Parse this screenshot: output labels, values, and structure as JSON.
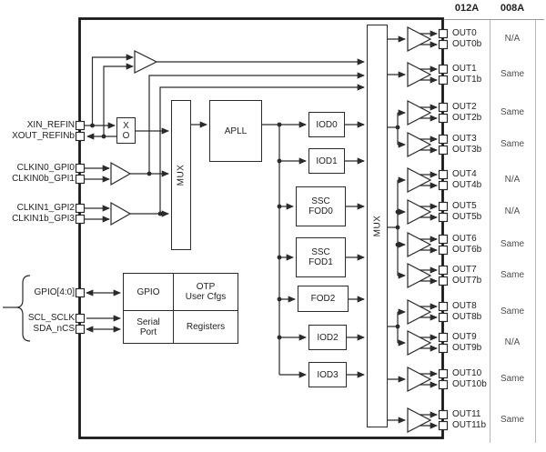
{
  "table": {
    "col_012a": "012A",
    "col_008a": "008A"
  },
  "input_pins": {
    "xin": "XIN_REFIN",
    "xout": "XOUT_REFINb",
    "clkin0": "CLKIN0_GPI0",
    "clkin0b": "CLKIN0b_GPI1",
    "clkin1": "CLKIN1_GPI2",
    "clkin1b": "CLKIN1b_GPI3",
    "gpio": "GPIO[4:0]",
    "scl": "SCL_SCLK",
    "sda": "SDA_nCS"
  },
  "blocks": {
    "xo_top": "X",
    "xo_bottom": "O",
    "input_mux": "MUX",
    "apll": "APLL",
    "iod0": "IOD0",
    "iod1": "IOD1",
    "ssc_fod0_line1": "SSC",
    "ssc_fod0_line2": "FOD0",
    "ssc_fod1_line1": "SSC",
    "ssc_fod1_line2": "FOD1",
    "fod2": "FOD2",
    "iod2": "IOD2",
    "iod3": "IOD3",
    "output_mux": "MUX",
    "gpio": "GPIO",
    "otp_line1": "OTP",
    "otp_line2": "User Cfgs",
    "serial_line1": "Serial",
    "serial_line2": "Port",
    "registers": "Registers"
  },
  "outputs": [
    {
      "p": "OUT0",
      "n": "OUT0b",
      "compat_008a": "N/A"
    },
    {
      "p": "OUT1",
      "n": "OUT1b",
      "compat_008a": "Same"
    },
    {
      "p": "OUT2",
      "n": "OUT2b",
      "compat_008a": "Same"
    },
    {
      "p": "OUT3",
      "n": "OUT3b",
      "compat_008a": "Same"
    },
    {
      "p": "OUT4",
      "n": "OUT4b",
      "compat_008a": "N/A"
    },
    {
      "p": "OUT5",
      "n": "OUT5b",
      "compat_008a": "N/A"
    },
    {
      "p": "OUT6",
      "n": "OUT6b",
      "compat_008a": "Same"
    },
    {
      "p": "OUT7",
      "n": "OUT7b",
      "compat_008a": "Same"
    },
    {
      "p": "OUT8",
      "n": "OUT8b",
      "compat_008a": "Same"
    },
    {
      "p": "OUT9",
      "n": "OUT9b",
      "compat_008a": "N/A"
    },
    {
      "p": "OUT10",
      "n": "OUT10b",
      "compat_008a": "Same"
    },
    {
      "p": "OUT11",
      "n": "OUT11b",
      "compat_008a": "Same"
    }
  ],
  "colors": {
    "line": "#2a2a2a",
    "text": "#222222",
    "compat_text": "#4d4d4d",
    "table_line": "#b5b5b5"
  }
}
